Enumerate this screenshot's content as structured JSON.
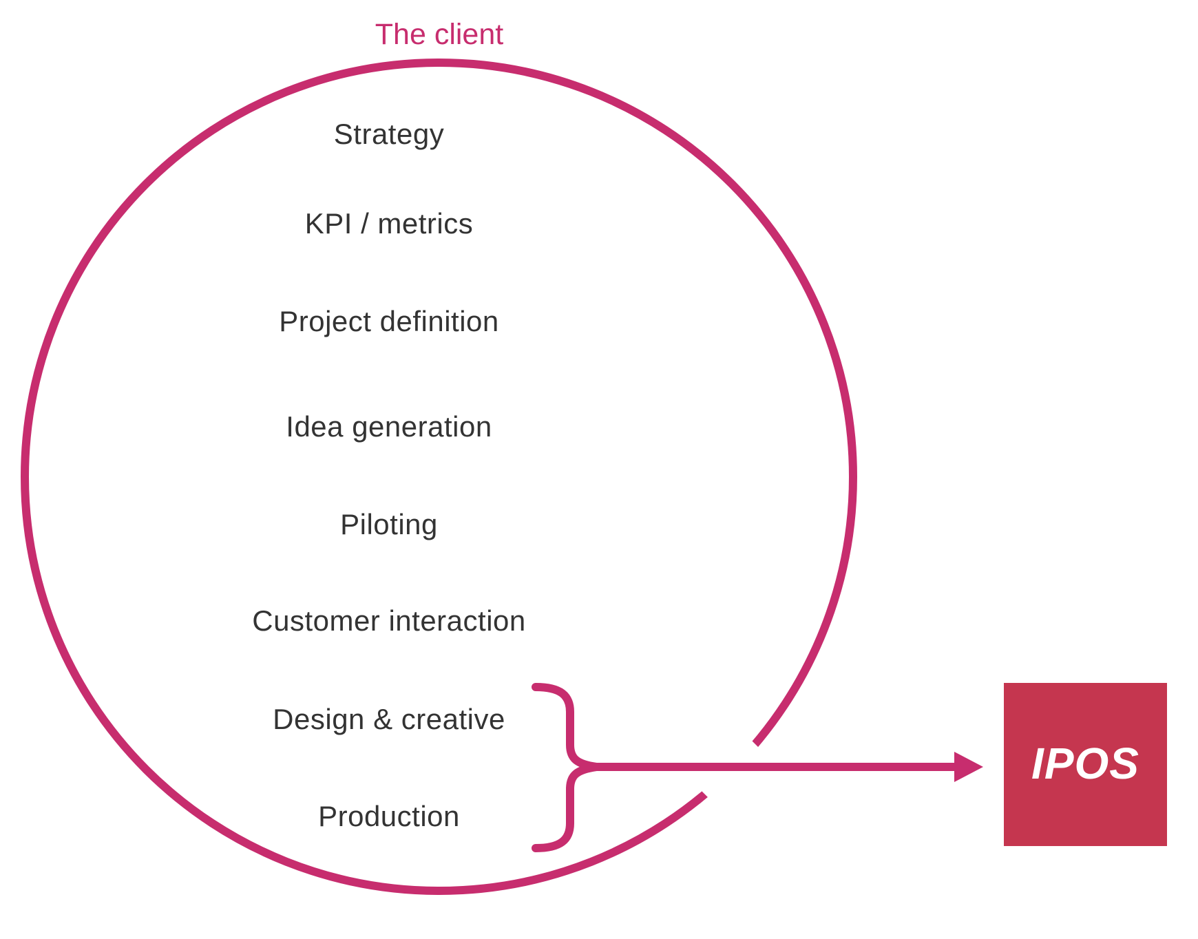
{
  "title": "The client",
  "circle_items": [
    "Strategy",
    "KPI / metrics",
    "Project definition",
    "Idea generation",
    "Piloting",
    "Customer interaction",
    "Design & creative",
    "Production"
  ],
  "bracket_group": {
    "items": [
      "Design & creative",
      "Production"
    ]
  },
  "logo_text": "IPOS",
  "colors": {
    "accent_pink": "#C72D6E",
    "logo_red": "#C5364F",
    "text_dark": "#333333"
  }
}
